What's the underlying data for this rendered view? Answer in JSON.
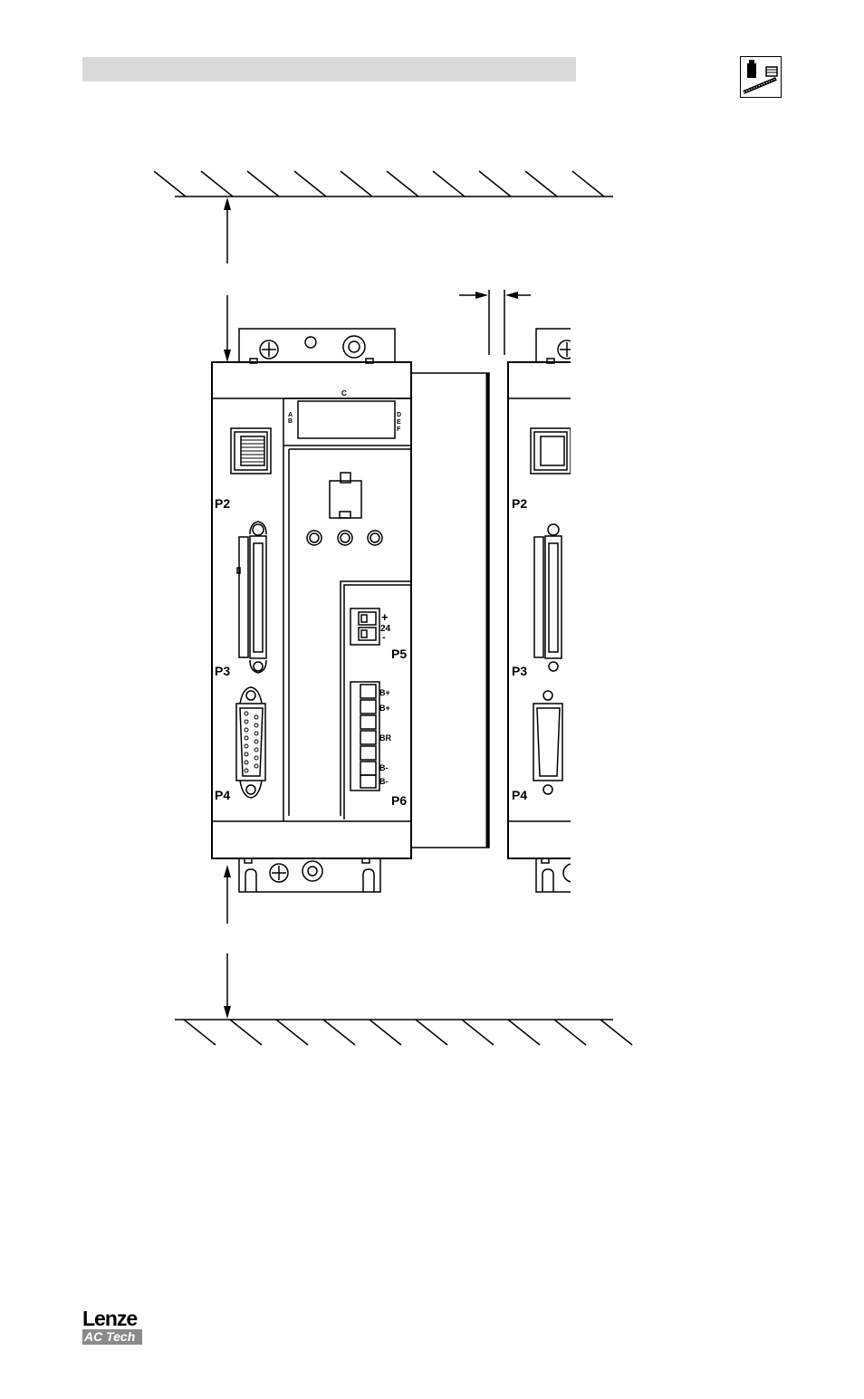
{
  "header": {
    "bar_color": "#d9d9d9",
    "icon": "installation-weight-icon"
  },
  "drive_labels": {
    "top_center": "C",
    "top_left_a": "A",
    "top_left_b": "B",
    "top_right_d": "D",
    "top_right_e": "E",
    "top_right_f": "F",
    "p2": "P2",
    "p3": "P3",
    "p4": "P4",
    "p5": "P5",
    "p6": "P6",
    "p5_plus": "+",
    "p5_24": "24",
    "p5_minus": "-",
    "p6_b1": "B+",
    "p6_b2": "B+",
    "p6_br": "BR",
    "p6_b3": "B-",
    "p6_b4": "B-"
  },
  "logo": {
    "brand": "Lenze",
    "sub_brand": "AC Tech"
  }
}
